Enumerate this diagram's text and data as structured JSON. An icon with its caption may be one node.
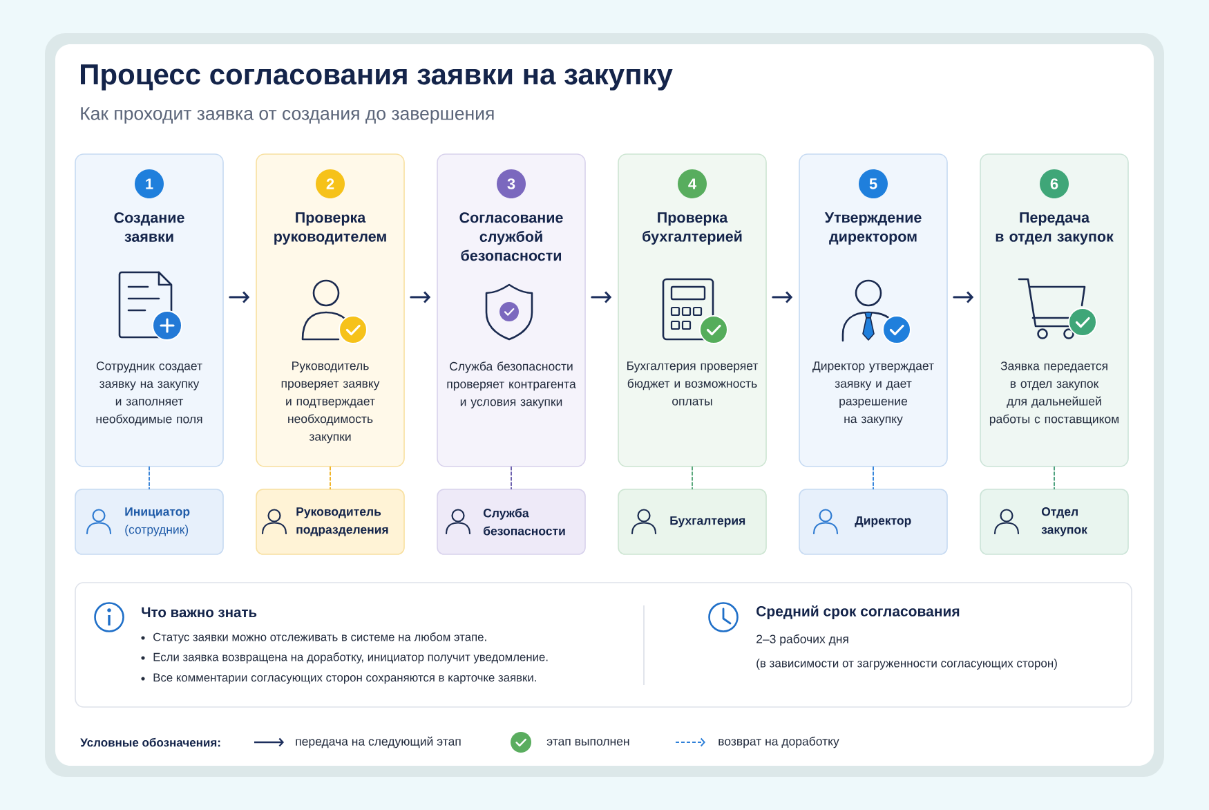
{
  "diagram": {
    "title": "Процесс согласования заявки на закупку",
    "nodes": [
      {
        "text": [
          "Создание заявки",
          "Сотрудник создает заявку на закупку и заполняет необходимые поля"
        ]
      },
      {
        "text": [
          "1"
        ],
        "in": 0
      },
      {
        "text": [
          "Проверка руководителем",
          "Руководитель проверяет заявку и подтверждает необходимость закупки"
        ]
      },
      {
        "text": [
          "2"
        ],
        "in": 2
      },
      {
        "text": [
          "Согласование службой безопасности",
          "Служба безопасности проверяет контрагента и условия закупки"
        ]
      },
      {
        "text": [
          "3"
        ],
        "in": 4
      },
      {
        "text": [
          "Проверка бухгалтерией",
          "Бухгалтерия проверяет бюджет и возможность оплаты"
        ]
      },
      {
        "text": [
          "4"
        ],
        "in": 6
      },
      {
        "text": [
          "Утверждение директором",
          "Директор утверждает заявку и дает разрешение на закупку"
        ]
      },
      {
        "text": [
          "5"
        ],
        "in": 8
      },
      {
        "text": [
          "Передача в отдел закупок",
          "Заявка передается в отдел закупок для дальнейшей работы с поставщиком"
        ]
      },
      {
        "text": [
          "6"
        ],
        "in": 10
      },
      {
        "text": [
          "Инициатор",
          "(сотрудник)"
        ]
      },
      {
        "text": [
          "Руководитель подразделения"
        ]
      },
      {
        "text": [
          "Служба безопасности"
        ]
      },
      {
        "text": [
          "Бухгалтерия"
        ]
      },
      {
        "text": [
          "Директор"
        ]
      },
      {
        "text": [
          "Отдел закупок"
        ]
      },
      {
        "text": [
          "Что важно знать",
          "Статус заявки можно отслеживать в системе на любом этапе.",
          "Если заявка возвращена на доработку, инициатор получит уведомление.",
          "Все комментарии согласующих сторон сохраняются в карточке заявки.",
          "Средний срок согласования",
          "2–3 рабочих дня",
          "(в зависимости от загруженности согласующих сторон)"
        ]
      }
    ],
    "edges": [
      {
        "from": 0,
        "to": 2,
        "arrow": "to"
      },
      {
        "from": 2,
        "to": 4,
        "arrow": "to"
      },
      {
        "from": 4,
        "to": 6,
        "arrow": "to"
      },
      {
        "from": 6,
        "to": 8,
        "arrow": "to"
      },
      {
        "from": 8,
        "to": 10,
        "arrow": "to"
      },
      {
        "from": 0,
        "to": 12,
        "arrow": "none",
        "style": "dashed",
        "color": "#3d86d8"
      },
      {
        "from": 2,
        "to": 13,
        "arrow": "none",
        "style": "dashed",
        "color": "#f0b429"
      },
      {
        "from": 4,
        "to": 14,
        "arrow": "none",
        "style": "dashed",
        "color": "#6b5fae"
      },
      {
        "from": 6,
        "to": 15,
        "arrow": "none",
        "style": "dashed",
        "color": "#5aa87c"
      },
      {
        "from": 8,
        "to": 16,
        "arrow": "none",
        "style": "dashed",
        "color": "#3585dc"
      },
      {
        "from": 10,
        "to": 17,
        "arrow": "none",
        "style": "dashed",
        "color": "#4da27f"
      }
    ],
    "labels": [
      "Как проходит заявка от создания до завершения",
      "Условные обозначения:"
    ],
    "legend": [
      {
        "text": "передача на следующий этап"
      },
      {
        "text": "этап выполнен",
        "color": "#5aad5f"
      },
      {
        "text": "возврат на доработку"
      }
    ]
  }
}
